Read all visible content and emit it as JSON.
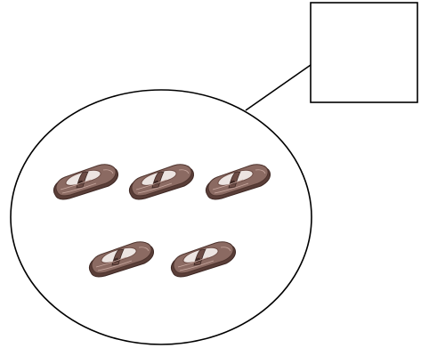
{
  "illustration": {
    "group_shape": "ellipse",
    "answer_box_shape": "empty-square",
    "connector": "line",
    "objects": {
      "kind": "shoe",
      "icon": "shoe-icon",
      "count": 5,
      "rows": [
        3,
        2
      ]
    },
    "colors": {
      "outline": "#000000",
      "shoe_body": "#7d5a52",
      "shoe_dark": "#4e342e",
      "shoe_light": "#c9a9a0",
      "shoe_inner": "#ece4e1"
    }
  }
}
